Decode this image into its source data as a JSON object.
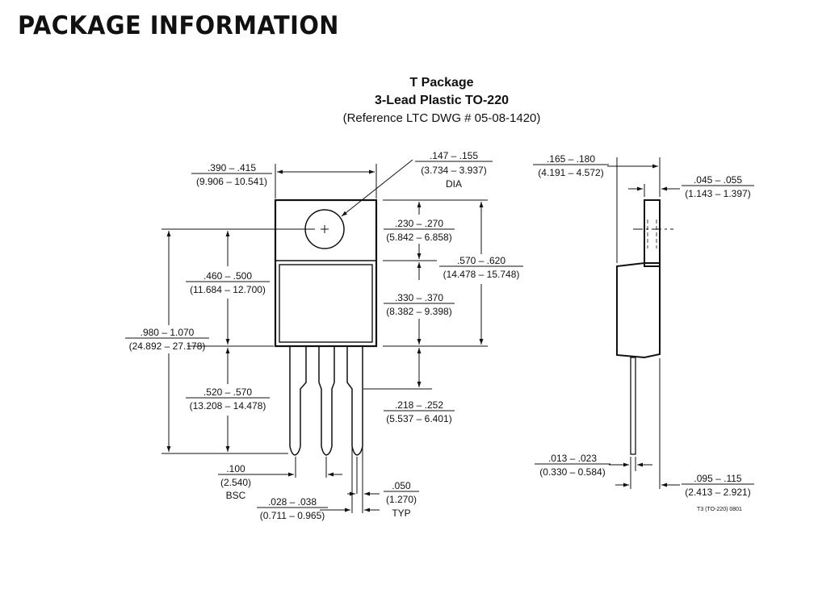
{
  "header": "PACKAGE INFORMATION",
  "title": {
    "line1": "T Package",
    "line2": "3-Lead Plastic TO-220",
    "line3": "(Reference LTC DWG # 05-08-1420)"
  },
  "dims": {
    "width_in": ".390 – .415",
    "width_mm": "(9.906 – 10.541)",
    "hole_in": ".147 – .155",
    "hole_mm": "(3.734 – 3.937)",
    "hole_note": "DIA",
    "tab_in": ".230 – .270",
    "tab_mm": "(5.842 – 6.858)",
    "body_total_in": ".570 – .620",
    "body_total_mm": "(14.478 – 15.748)",
    "body_in": ".330 – .370",
    "body_mm": "(8.382 – 9.398)",
    "hole_to_base_in": ".460 – .500",
    "hole_to_base_mm": "(11.684 – 12.700)",
    "overall_in": ".980 – 1.070",
    "overall_mm": "(24.892 – 27.178)",
    "lead_len_in": ".520 – .570",
    "lead_len_mm": "(13.208 – 14.478)",
    "shoulder_in": ".218 – .252",
    "shoulder_mm": "(5.537 – 6.401)",
    "pitch_in": ".100",
    "pitch_mm": "(2.540)",
    "pitch_note": "BSC",
    "lead_w_in": ".028 – .038",
    "lead_w_mm": "(0.711 – 0.965)",
    "lead_w2_in": ".050",
    "lead_w2_mm": "(1.270)",
    "lead_w2_note": "TYP",
    "thick_in": ".165 – .180",
    "thick_mm": "(4.191 – 4.572)",
    "tab_t_in": ".045 – .055",
    "tab_t_mm": "(1.143 – 1.397)",
    "lead_t_in": ".013 – .023",
    "lead_t_mm": "(0.330 – 0.584)",
    "offset_in": ".095 – .115",
    "offset_mm": "(2.413 – 2.921)"
  },
  "drawing_code": "T3 (TO-220) 0801"
}
